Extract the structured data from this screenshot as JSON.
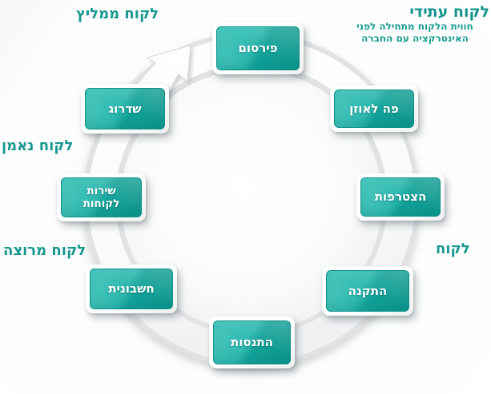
{
  "diagram": {
    "future_customer": {
      "title": "לקוח עתידי",
      "subtitle_line1": "חווית הלקוח מתחילה לפני",
      "subtitle_line2": "האינטרקציה עם החברה"
    },
    "stage_labels": {
      "referring": "לקוח ממליץ",
      "loyal": "לקוח נאמן",
      "satisfied": "לקוח מרוצה",
      "customer": "לקוח"
    },
    "nodes": [
      {
        "id": "advertising",
        "label": "פירסום"
      },
      {
        "id": "word-of-mouth",
        "label": "פה לאוזן"
      },
      {
        "id": "joining",
        "label": "הצטרפות"
      },
      {
        "id": "installation",
        "label": "התקנה"
      },
      {
        "id": "trial",
        "label": "התנסות"
      },
      {
        "id": "invoice",
        "label": "חשבונית"
      },
      {
        "id": "customer-service",
        "label": "שירות\nלקוחות"
      },
      {
        "id": "upgrade",
        "label": "שדרוג"
      }
    ],
    "colors": {
      "node_teal": "#14a39a",
      "node_teal_light": "#4cc8bf",
      "label_teal": "#18988f",
      "ring_gray": "#e0e2e3"
    }
  }
}
